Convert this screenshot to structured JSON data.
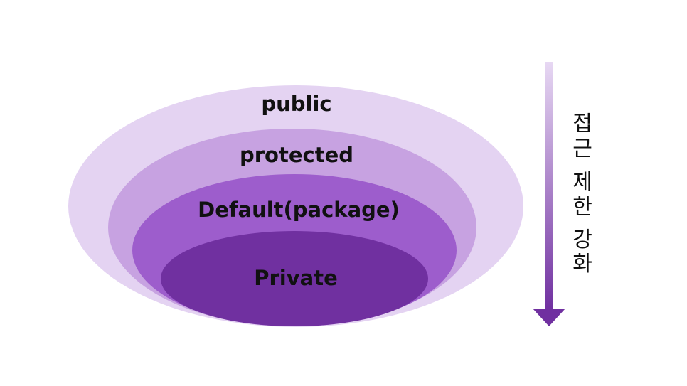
{
  "layers": [
    {
      "id": "public",
      "label": "public",
      "color": "#e4d3f2"
    },
    {
      "id": "protected",
      "label": "protected",
      "color": "#c7a2e1"
    },
    {
      "id": "default",
      "label": "Default(package)",
      "color": "#9d5dcc"
    },
    {
      "id": "private",
      "label": "Private",
      "color": "#7030a0"
    }
  ],
  "arrow": {
    "label_chars": [
      "접",
      "근",
      "제",
      "한",
      "강",
      "화"
    ],
    "color_top": "#e7d8f3",
    "color_bottom": "#7030a0"
  }
}
